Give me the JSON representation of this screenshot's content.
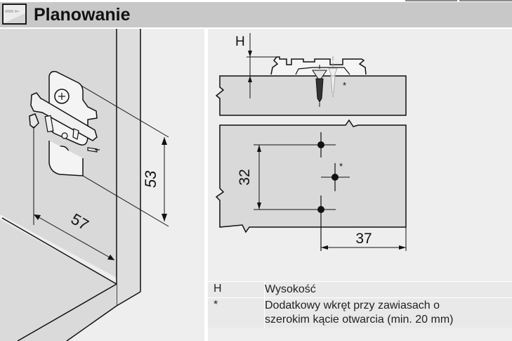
{
  "header": {
    "title": "Planowanie",
    "icon": "planning-icon"
  },
  "diagram_left": {
    "dim_height": "53",
    "dim_depth": "57"
  },
  "diagram_right": {
    "label_height": "H",
    "asterisk": "*",
    "dim_hole_spacing": "32",
    "dim_edge_distance": "37"
  },
  "legend": {
    "rows": [
      {
        "key": "H",
        "value": "Wysokość"
      },
      {
        "key": "*",
        "value": "Dodatkowy wkręt przy zawiasach o szerokim kącie otwarcia (min. 20 mm)",
        "lines": [
          "Dodatkowy wkręt przy zawiasach o",
          "szerokim kącie otwarcia (min. 20 mm)"
        ]
      }
    ]
  },
  "colors": {
    "header_bg": "#c8c8c8",
    "panel_bg": "#eeeeee",
    "board_fill": "#d9d9d9",
    "line": "#111111"
  }
}
